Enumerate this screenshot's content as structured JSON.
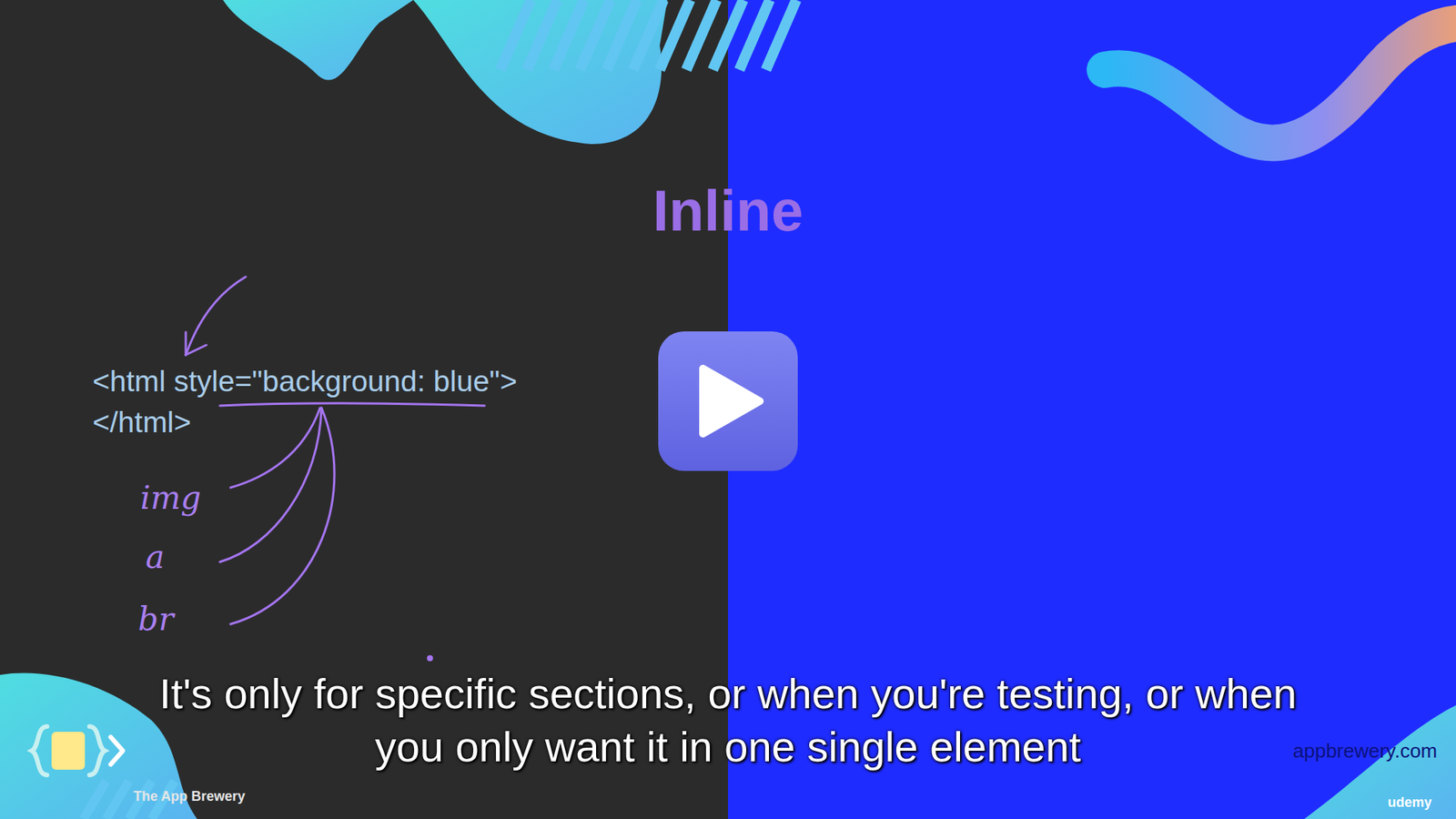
{
  "diagram": {
    "title": "Inline",
    "labels": [
      "<html style=\"background: blue\">",
      "</html>",
      "img",
      "a",
      "br",
      "It's only for specific sections, or when you're testing, or when you only want it in one single element",
      "The App Brewery",
      "appbrewery.com",
      "udemy"
    ]
  }
}
